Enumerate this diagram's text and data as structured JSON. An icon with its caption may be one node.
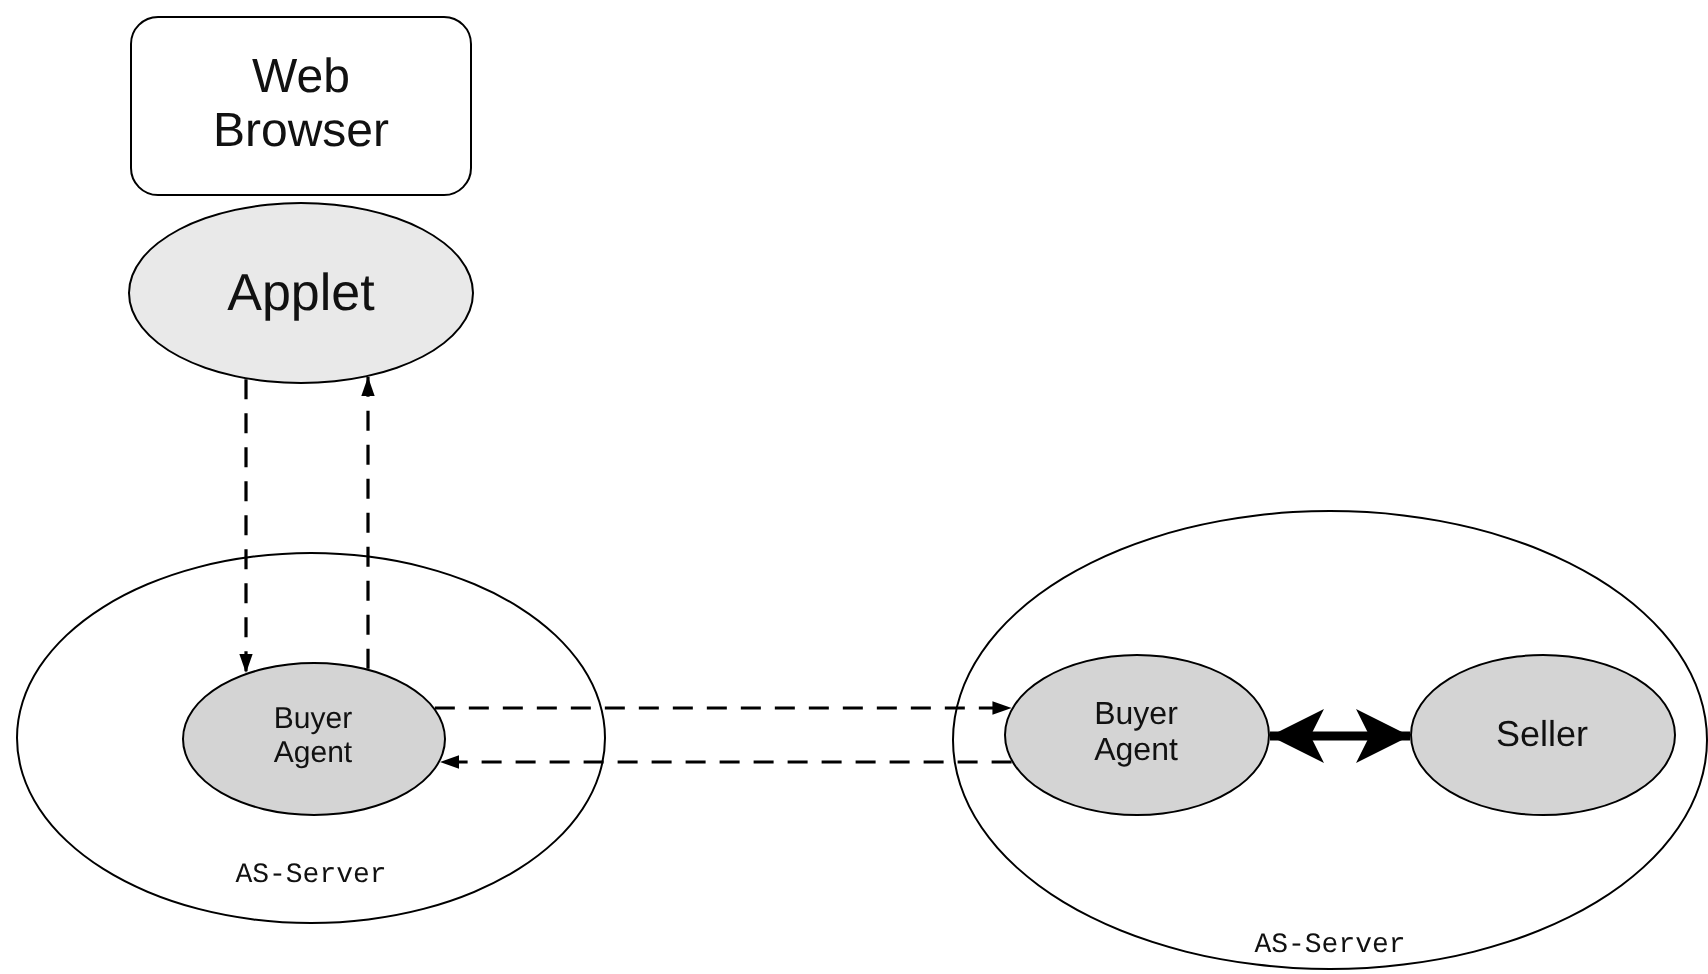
{
  "diagram": {
    "nodes": [
      {
        "text": [
          "Web Browser"
        ]
      },
      {
        "text": [
          "Applet"
        ]
      },
      {
        "text": [
          "AS-Server"
        ]
      },
      {
        "text": [
          "Buyer Agent"
        ],
        "in": 2
      },
      {
        "text": [
          "AS-Server"
        ]
      },
      {
        "text": [
          "Buyer Agent"
        ],
        "in": 4
      },
      {
        "text": [
          "Seller"
        ],
        "in": 4
      }
    ],
    "edges": [
      {
        "from": 1,
        "to": 3,
        "arrow": "to",
        "style": "dashed"
      },
      {
        "from": 3,
        "to": 1,
        "arrow": "to",
        "style": "dashed"
      },
      {
        "from": 3,
        "to": 5,
        "arrow": "to",
        "style": "dashed"
      },
      {
        "from": 5,
        "to": 3,
        "arrow": "to",
        "style": "dashed"
      },
      {
        "from": 5,
        "to": 6,
        "arrow": "both",
        "style": "thick"
      }
    ]
  }
}
